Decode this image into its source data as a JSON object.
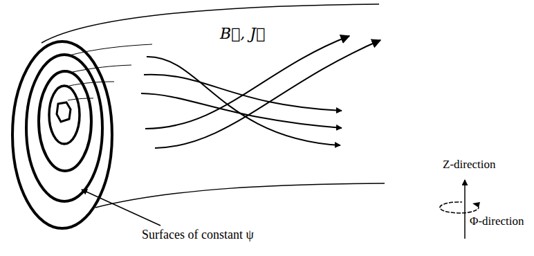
{
  "diagram": {
    "labels": [
      "B⃗, J⃗",
      "Surfaces of constant ψ",
      "Z-direction",
      "Φ-direction"
    ]
  }
}
